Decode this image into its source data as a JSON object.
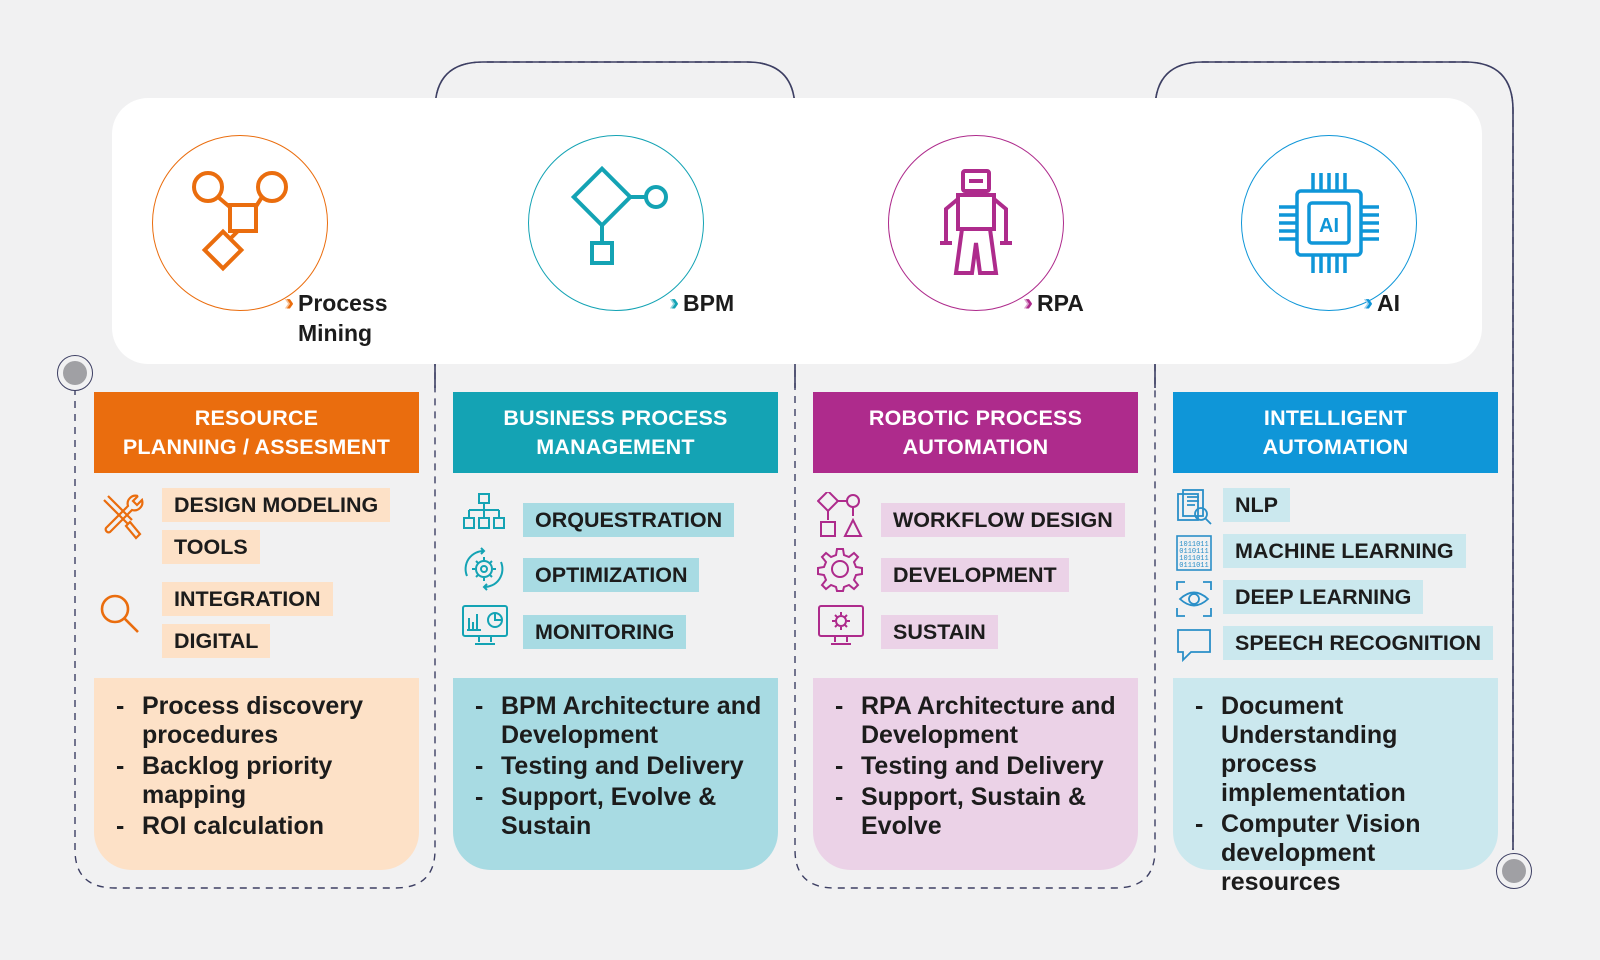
{
  "colors": {
    "orange": "#ea6d0e",
    "teal": "#14a3b4",
    "magenta": "#ae2b8c",
    "blue": "#0f96d8",
    "orange_light": "#fde1c7",
    "teal_light": "#a8dbe3",
    "magenta_light": "#ebd2e7",
    "blue_light": "#cbe8ee",
    "line": "#3d3f63"
  },
  "columns": [
    {
      "key": "process_mining",
      "icon": "process-mining-icon",
      "tag": "Process\nMining",
      "header": "RESOURCE\nPLANNING / ASSESMENT",
      "items": [
        {
          "icon": "tools-icon",
          "labels": [
            "DESIGN MODELING",
            "TOOLS"
          ]
        },
        {
          "icon": "magnifier-icon",
          "labels": [
            "INTEGRATION",
            "DIGITAL"
          ]
        }
      ],
      "bullets": [
        "Process discovery procedures",
        "Backlog priority mapping",
        "ROI calculation"
      ]
    },
    {
      "key": "bpm",
      "icon": "bpm-flow-icon",
      "tag": "BPM",
      "header": "BUSINESS PROCESS\nMANAGEMENT",
      "items": [
        {
          "icon": "org-chart-icon",
          "labels": [
            "ORQUESTRATION"
          ]
        },
        {
          "icon": "gear-cycle-icon",
          "labels": [
            "OPTIMIZATION"
          ]
        },
        {
          "icon": "monitor-chart-icon",
          "labels": [
            "MONITORING"
          ]
        }
      ],
      "bullets": [
        "BPM Architecture and Development",
        "Testing and Delivery",
        "Support, Evolve & Sustain"
      ]
    },
    {
      "key": "rpa",
      "icon": "robot-icon",
      "tag": "RPA",
      "header": "ROBOTIC PROCESS\nAUTOMATION",
      "items": [
        {
          "icon": "workflow-shapes-icon",
          "labels": [
            "WORKFLOW DESIGN"
          ]
        },
        {
          "icon": "gear-icon",
          "labels": [
            "DEVELOPMENT"
          ]
        },
        {
          "icon": "monitor-gear-icon",
          "labels": [
            "SUSTAIN"
          ]
        }
      ],
      "bullets": [
        "RPA Architecture and Development",
        "Testing and Delivery",
        "Support, Sustain & Evolve"
      ]
    },
    {
      "key": "ai",
      "icon": "ai-chip-icon",
      "tag": "AI",
      "header": "INTELLIGENT\nAUTOMATION",
      "items": [
        {
          "icon": "document-search-icon",
          "labels": [
            "NLP"
          ]
        },
        {
          "icon": "binary-data-icon",
          "labels": [
            "MACHINE LEARNING"
          ]
        },
        {
          "icon": "eye-scan-icon",
          "labels": [
            "DEEP LEARNING"
          ]
        },
        {
          "icon": "speech-bubble-icon",
          "labels": [
            "SPEECH RECOGNITION"
          ]
        }
      ],
      "bullets": [
        "Document Understanding process implementation",
        "Computer Vision development resources"
      ]
    }
  ]
}
